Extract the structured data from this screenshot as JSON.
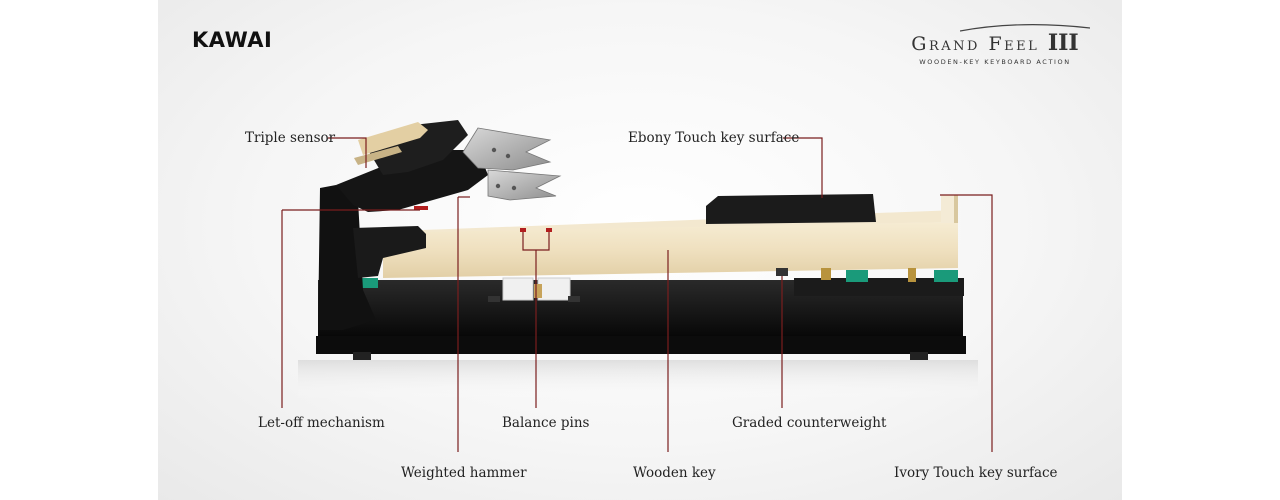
{
  "brand": {
    "logo_text": "KAWAI"
  },
  "product": {
    "title_main": "Grand Feel",
    "title_numeral": "III",
    "subtitle": "WOODEN-KEY KEYBOARD ACTION"
  },
  "callouts": {
    "triple_sensor": "Triple sensor",
    "ebony_touch": "Ebony Touch key surface",
    "let_off": "Let-off mechanism",
    "balance_pins": "Balance pins",
    "graded_counterweight": "Graded counterweight",
    "weighted_hammer": "Weighted hammer",
    "wooden_key": "Wooden key",
    "ivory_touch": "Ivory Touch key surface"
  },
  "colors": {
    "leader_line": "#7a1e1e",
    "wood": "#efe2c4",
    "base": "#141414",
    "felt": "#1a9a7a"
  }
}
